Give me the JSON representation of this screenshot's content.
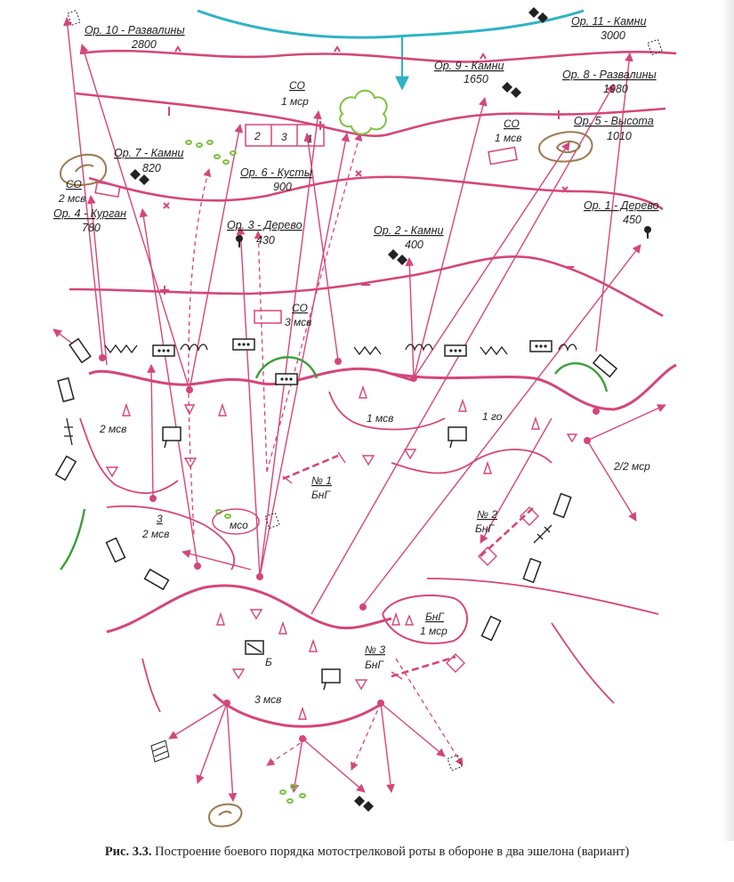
{
  "landmarks": [
    {
      "id": "or10",
      "label": "Ор. 10 - Развалины",
      "range": "2800"
    },
    {
      "id": "or11",
      "label": "Ор. 11 - Камни",
      "range": "3000"
    },
    {
      "id": "or9",
      "label": "Ор. 9 - Камни",
      "range": "1650"
    },
    {
      "id": "or8",
      "label": "Ор. 8 - Развалины",
      "range": "1980"
    },
    {
      "id": "or5",
      "label": "Ор. 5 - Высота",
      "range": "1010"
    },
    {
      "id": "or7",
      "label": "Ор. 7 - Камни",
      "range": "820"
    },
    {
      "id": "or6",
      "label": "Ор. 6 - Кусты",
      "range": "900"
    },
    {
      "id": "or4",
      "label": "Ор. 4 - Курган",
      "range": "780"
    },
    {
      "id": "or3",
      "label": "Ор. 3 - Дерево",
      "range": "430"
    },
    {
      "id": "or2",
      "label": "Ор. 2 - Камни",
      "range": "400"
    },
    {
      "id": "or1",
      "label": "Ор. 1 - Дерево",
      "range": "450"
    }
  ],
  "posts": [
    {
      "id": "co-1msr",
      "title": "СО",
      "sub": "1 мср"
    },
    {
      "id": "co-1msv",
      "title": "СО",
      "sub": "1 мсв"
    },
    {
      "id": "co-2msv",
      "title": "СО",
      "sub": "2 мсв"
    },
    {
      "id": "co-3msv",
      "title": "СО",
      "sub": "3 мсв"
    }
  ],
  "units": {
    "msv2": "2 мсв",
    "msv1": "1 мсв",
    "go1": "1 го",
    "msr22": "2/2 мср",
    "msv3_top": "3",
    "msv3_bottom": "2 мсв",
    "mso": "мсо",
    "msv3b": "3 мсв",
    "b_mark": "Б"
  },
  "groups": [
    {
      "id": "bng1",
      "title": "№ 1",
      "sub": "БнГ"
    },
    {
      "id": "bng2",
      "title": "№ 2",
      "sub": "БнГ"
    },
    {
      "id": "bng3",
      "title": "№ 3",
      "sub": "БнГ"
    },
    {
      "id": "bng-1msr",
      "title": "БнГ",
      "sub": "1 мср"
    }
  ],
  "vehicle_order": [
    "2",
    "3",
    "1"
  ],
  "caption": {
    "prefix": "Рис. 3.3.",
    "text": "Построение боевого порядка мотострелковой роты в обороне в два эшелона (вариант)"
  },
  "colors": {
    "fire_lines": "#d5467a",
    "river": "#2fb3c4",
    "vegetation": "#7dc242",
    "camouflage_green": "#3aa03a",
    "terrain_brown": "#9c7a4f",
    "ink": "#222222"
  }
}
